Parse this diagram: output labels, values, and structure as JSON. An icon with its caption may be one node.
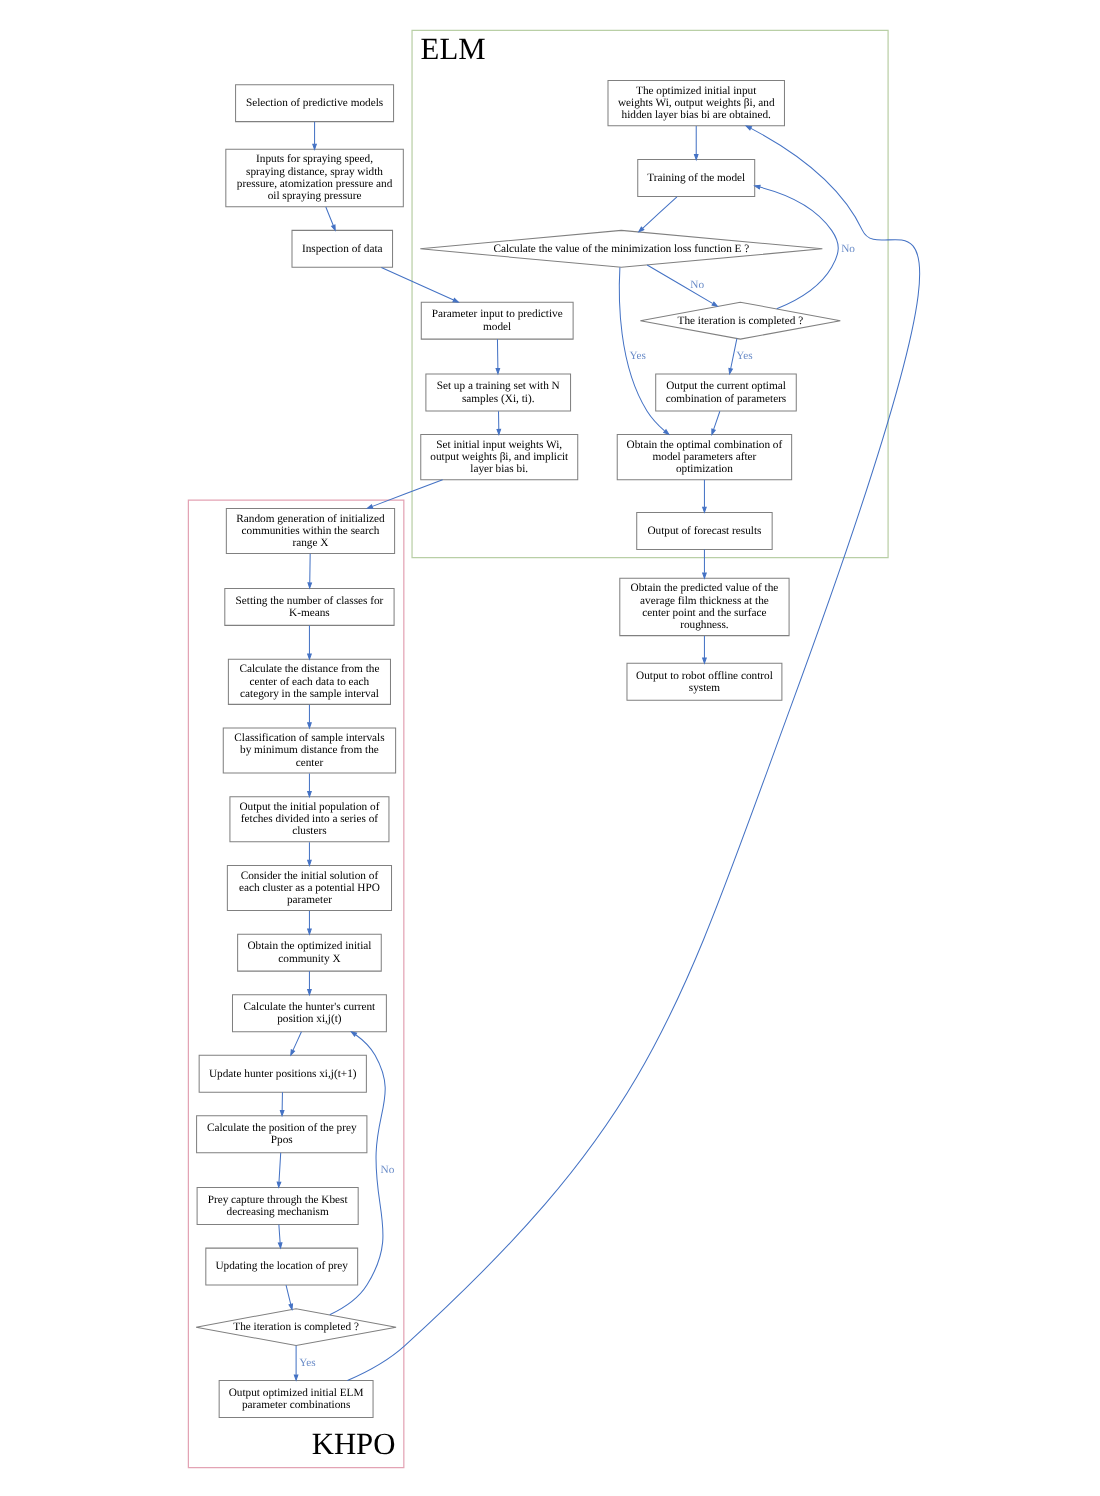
{
  "diagram": {
    "nodes": [
      {
        "text": [
          "Selection of predictive models"
        ]
      },
      {
        "text": [
          "Inputs for spraying speed, spraying distance, spray width pressure, atomization pressure and oil spraying pressure"
        ]
      },
      {
        "text": [
          "Inspection of data"
        ]
      },
      {
        "text": [
          "ELM"
        ]
      },
      {
        "text": [
          "Parameter input to predictive model"
        ],
        "in": 3
      },
      {
        "text": [
          "Set up a training set with N samples (Xi, ti)."
        ],
        "in": 3
      },
      {
        "text": [
          "Set initial input weights Wi, output weights βi, and implicit layer bias bi."
        ],
        "in": 3
      },
      {
        "text": [
          "The optimized initial input weights Wi, output weights βi, and hidden layer bias bi are obtained."
        ],
        "in": 3
      },
      {
        "text": [
          "Training of the model"
        ],
        "in": 3
      },
      {
        "text": [
          "Calculate the value of the minimization loss function E ?"
        ],
        "in": 3
      },
      {
        "text": [
          "The iteration is completed ?"
        ],
        "in": 3
      },
      {
        "text": [
          "Output the current optimal combination of parameters"
        ],
        "in": 3
      },
      {
        "text": [
          "Obtain the optimal combination of model parameters after optimization"
        ],
        "in": 3
      },
      {
        "text": [
          "Output of forecast results"
        ],
        "in": 3
      },
      {
        "text": [
          "Obtain the predicted value of the average film thickness at the center point and the surface roughness."
        ]
      },
      {
        "text": [
          "Output to robot offline control system"
        ]
      },
      {
        "text": [
          "KHPO"
        ]
      },
      {
        "text": [
          "Random generation of initialized communities within the search range X"
        ],
        "in": 16
      },
      {
        "text": [
          "Setting the number of classes for K-means"
        ],
        "in": 16
      },
      {
        "text": [
          "Calculate the distance from the center of each data to each category in the sample interval"
        ],
        "in": 16
      },
      {
        "text": [
          "Classification of sample intervals by minimum distance from the center"
        ],
        "in": 16
      },
      {
        "text": [
          "Output the initial population of fetches divided into a series of clusters"
        ],
        "in": 16
      },
      {
        "text": [
          "Consider the initial solution of each cluster as a potential HPO parameter"
        ],
        "in": 16
      },
      {
        "text": [
          "Obtain the optimized initial community X"
        ],
        "in": 16
      },
      {
        "text": [
          "Calculate the hunter's current position xi,j(t)"
        ],
        "in": 16
      },
      {
        "text": [
          "Update hunter positions xi,j(t+1)"
        ],
        "in": 16
      },
      {
        "text": [
          "Calculate the position of the prey Ppos"
        ],
        "in": 16
      },
      {
        "text": [
          "Prey capture through the Kbest decreasing mechanism"
        ],
        "in": 16
      },
      {
        "text": [
          "Updating the location of prey"
        ],
        "in": 16
      },
      {
        "text": [
          "The iteration is completed ?"
        ],
        "in": 16
      },
      {
        "text": [
          "Output optimized initial ELM parameter combinations"
        ],
        "in": 16
      }
    ],
    "edges": [
      {
        "from": 0,
        "to": 1,
        "arrow": "to"
      },
      {
        "from": 1,
        "to": 2,
        "arrow": "to"
      },
      {
        "from": 2,
        "to": 4,
        "arrow": "to"
      },
      {
        "from": 4,
        "to": 5,
        "arrow": "to"
      },
      {
        "from": 5,
        "to": 6,
        "arrow": "to"
      },
      {
        "from": 6,
        "to": 17,
        "arrow": "to"
      },
      {
        "from": 17,
        "to": 18,
        "arrow": "to"
      },
      {
        "from": 18,
        "to": 19,
        "arrow": "to"
      },
      {
        "from": 19,
        "to": 20,
        "arrow": "to"
      },
      {
        "from": 20,
        "to": 21,
        "arrow": "to"
      },
      {
        "from": 21,
        "to": 22,
        "arrow": "to"
      },
      {
        "from": 22,
        "to": 23,
        "arrow": "to"
      },
      {
        "from": 23,
        "to": 24,
        "arrow": "to"
      },
      {
        "from": 24,
        "to": 25,
        "arrow": "to"
      },
      {
        "from": 25,
        "to": 26,
        "arrow": "to"
      },
      {
        "from": 26,
        "to": 27,
        "arrow": "to"
      },
      {
        "from": 27,
        "to": 28,
        "arrow": "to"
      },
      {
        "from": 28,
        "to": 29,
        "arrow": "to"
      },
      {
        "from": 29,
        "to": 30,
        "arrow": "to",
        "label": "Yes"
      },
      {
        "from": 29,
        "to": 24,
        "arrow": "to",
        "label": "No"
      },
      {
        "from": 30,
        "to": 7,
        "arrow": "to"
      },
      {
        "from": 7,
        "to": 8,
        "arrow": "to"
      },
      {
        "from": 8,
        "to": 9,
        "arrow": "to"
      },
      {
        "from": 9,
        "to": 10,
        "arrow": "to",
        "label": "No"
      },
      {
        "from": 9,
        "to": 12,
        "arrow": "to",
        "label": "Yes"
      },
      {
        "from": 10,
        "to": 8,
        "arrow": "to",
        "label": "No"
      },
      {
        "from": 10,
        "to": 11,
        "arrow": "to",
        "label": "Yes"
      },
      {
        "from": 11,
        "to": 12,
        "arrow": "to"
      },
      {
        "from": 12,
        "to": 13,
        "arrow": "to"
      },
      {
        "from": 13,
        "to": 14,
        "arrow": "to"
      },
      {
        "from": 14,
        "to": 15,
        "arrow": "to"
      }
    ]
  }
}
